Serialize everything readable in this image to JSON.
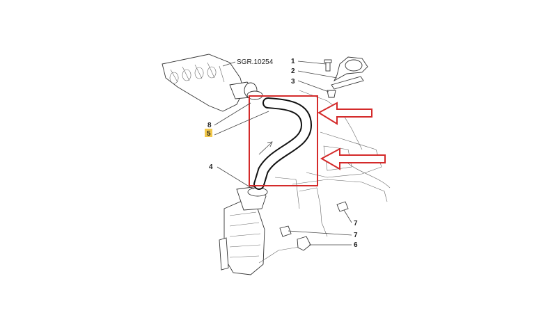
{
  "drawing_ref": "SGR.10254",
  "callouts": {
    "c1": "1",
    "c2": "2",
    "c3": "3",
    "c4": "4",
    "c5": "5",
    "c6": "6",
    "c7a": "7",
    "c7b": "7",
    "c8": "8"
  },
  "colors": {
    "highlight_box": "#d42a2a",
    "arrow_outline": "#d42a2a",
    "callout_5_badge": "#f2c84b"
  }
}
